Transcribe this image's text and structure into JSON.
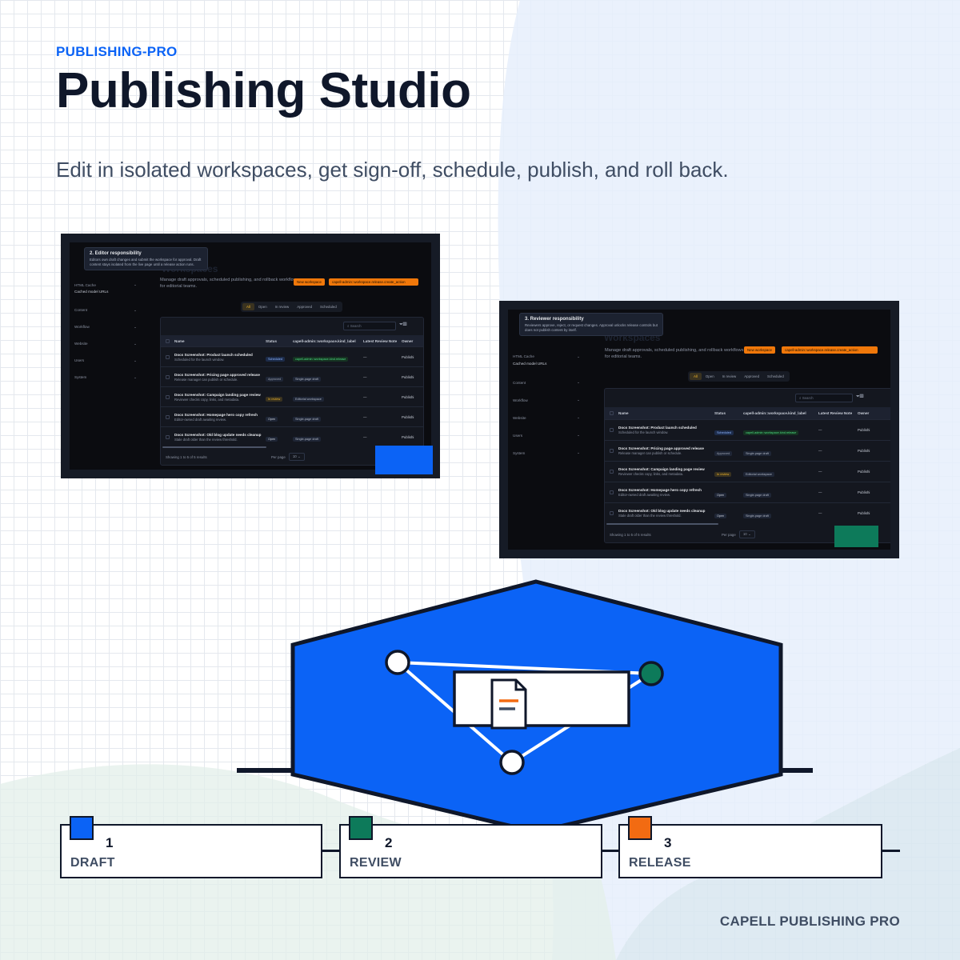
{
  "header": {
    "kicker": "PUBLISHING-PRO",
    "title": "Publishing Studio",
    "subtitle": "Edit in isolated workspaces, get sign-off, schedule, publish, and roll back."
  },
  "app": {
    "ghost_heading": "Workspaces",
    "description": "Manage draft approvals, scheduled publishing, and rollback workflows for editorial teams.",
    "new_button": "New workspace",
    "action_button": "capell-admin::workspace.release.create_action",
    "tabs": [
      "All",
      "Open",
      "In review",
      "Approved",
      "Scheduled"
    ],
    "active_tab": "All",
    "search_placeholder": "Search",
    "filter_badge": "0",
    "sidebar": [
      {
        "label": "HTML Cache",
        "sub": "Cached model URLs"
      },
      {
        "label": "Content"
      },
      {
        "label": "Workflow"
      },
      {
        "label": "Website"
      },
      {
        "label": "Users"
      },
      {
        "label": "System"
      }
    ],
    "columns": [
      "Name",
      "Status",
      "capell-admin::workspace.kind_label",
      "Latest Review Note",
      "Owner"
    ],
    "rows": [
      {
        "name": "Docs Screenshot: Product launch scheduled",
        "note": "Scheduled for the launch window.",
        "status": "Scheduled",
        "status_class": "pill-scheduled",
        "kind": "capell-admin::workspace.kind.release",
        "kind_class": "pill-kind-green",
        "review": "—",
        "owner": "Publishi"
      },
      {
        "name": "Docs Screenshot: Pricing page approved release",
        "note": "Release manager can publish or schedule.",
        "status": "Approved",
        "status_class": "pill-approved",
        "kind": "Single-page draft",
        "kind_class": "pill-kind",
        "review": "—",
        "owner": "Publishi"
      },
      {
        "name": "Docs Screenshot: Campaign landing page review",
        "note": "Reviewer checks copy, links, and metadata.",
        "status": "In review",
        "status_class": "pill-review",
        "kind": "Editorial workspace",
        "kind_class": "pill-kind",
        "review": "—",
        "owner": "Publishi"
      },
      {
        "name": "Docs Screenshot: Homepage hero copy refresh",
        "note": "Editor-owned draft awaiting review.",
        "status": "Open",
        "status_class": "pill-open",
        "kind": "Single-page draft",
        "kind_class": "pill-kind",
        "review": "—",
        "owner": "Publishi"
      },
      {
        "name": "Docs Screenshot: Old blog update needs cleanup",
        "note": "Stale draft older than the review threshold.",
        "status": "Open",
        "status_class": "pill-open",
        "kind": "Single-page draft",
        "kind_class": "pill-kind",
        "review": "—",
        "owner": "Publishi"
      }
    ],
    "footer_showing": "Showing 1 to 5 of 5 results",
    "per_page_label": "Per page",
    "per_page_value": "10"
  },
  "screenshots": [
    {
      "tooltip_title": "2. Editor responsibility",
      "tooltip_body": "Editors own draft changes and submit the workspace for approval. Draft content stays isolated from the live page until a release action runs."
    },
    {
      "tooltip_title": "3. Reviewer responsibility",
      "tooltip_body": "Reviewers approve, reject, or request changes. Approval unlocks release controls but does not publish content by itself."
    }
  ],
  "stages": [
    {
      "number": "1",
      "label": "DRAFT",
      "color": "#0b63f6"
    },
    {
      "number": "2",
      "label": "REVIEW",
      "color": "#0d7a5a"
    },
    {
      "number": "3",
      "label": "RELEASE",
      "color": "#f26b12"
    }
  ],
  "colors": {
    "brand_blue": "#0b63f6",
    "review_green": "#0d7a5a",
    "release_orange": "#f26b12",
    "ink": "#0f172a"
  },
  "footer": {
    "brand": "CAPELL PUBLISHING PRO"
  }
}
